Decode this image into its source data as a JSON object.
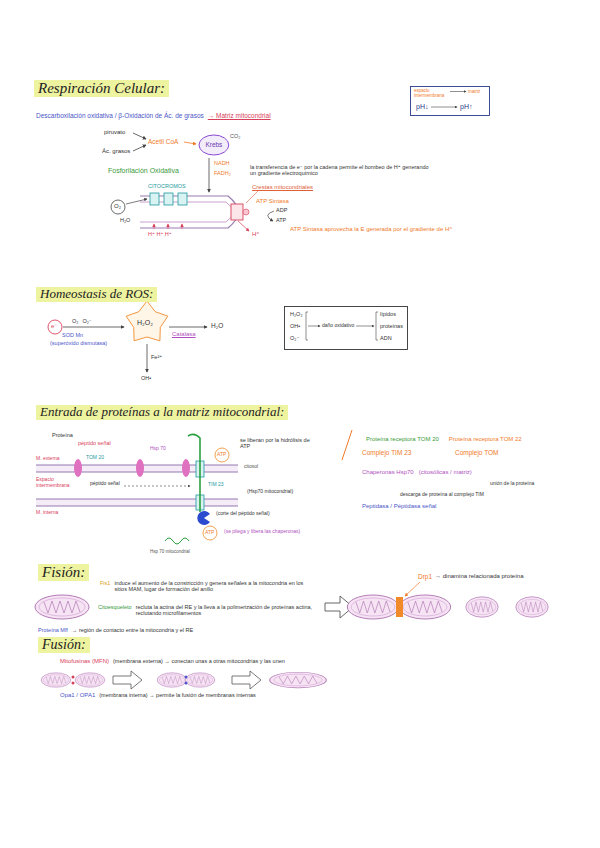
{
  "diagram": {
    "title": "Respiración Celular:",
    "nodes": [
      {
        "text": [
          "Krebs"
        ]
      },
      {
        "text": [
          "espacio intermembrana",
          "matriz",
          "pH↓",
          "pH↑"
        ]
      },
      {
        "text": [
          "H₂O₂",
          "OH•",
          "O₂⁻",
          "daño oxidativo",
          "lípidos",
          "proteínas",
          "ADN"
        ]
      }
    ],
    "labels": [
      "Descarboxilación oxidativa / β-Oxidación de Ác. de grasos",
      "→ Matriz mitocondrial",
      "piruvato",
      "Ác. grasos",
      "Acetil CoA",
      "CO₂",
      "NADH",
      "FADH₂",
      "Fosforilación Oxidativa",
      "la transferencia de e⁻ por la cadena permite el bombeo de H⁺ generando un gradiente electroquímico",
      "Crestas mitocondriales",
      "CITOCROMOS",
      "ATP Sintasa",
      "ADP",
      "ATP",
      "O₂",
      "H₂O",
      "H⁺ H⁺ H⁺",
      "H⁺",
      "ATP Sintasa aprovecha la E generada por el gradiente de H⁺",
      "Homeostasis de ROS:",
      "e⁻",
      "O₂",
      "O₂⁻",
      "H₂O₂",
      "H₂O",
      "SOD Mn",
      "(superóxido dismutasa)",
      "Catalasa",
      "Fe²⁺",
      "OH•",
      "Entrada de proteínas a la matriz mitocondrial:",
      "Proteína",
      "péptido señal",
      "M. externa",
      "Espacio intermembrana",
      "M. interna",
      "Hsp 70",
      "TOM 20",
      "se liberan por la hidrólisis de ATP",
      "ATP",
      "ATP",
      "citosol",
      "TIM 23",
      "péptido señal",
      "(Hsp70 mitocondrial)",
      "(corte del péptido señal)",
      "(se pliega y libera las chaperonas)",
      "Hsp 70 mitocondrial",
      "Proteína receptora TOM 20",
      "Proteína receptora TOM 22",
      "Complejo TIM 23",
      "Complejo TOM",
      "Chaperonas Hsp70",
      "(citosólicas / matriz)",
      "unión de la proteína",
      "descarga de proteína al complejo TIM",
      "Peptidasa / Péptidasa señal",
      "Fisión:",
      "Drp1",
      "→ dinamina relacionada proteína",
      "Fis1",
      "induce el aumento de la constricción y genera señales a la mitocondria en los sitios MAM, lugar de formación del anillo",
      "Citoesqueleto",
      "recluta la actina del RE y la lleva a la polimerización de proteínas actina, reclutando microfilamentos",
      "Proteína Mff",
      "→ región de contacto entre la mitocondria y el RE",
      "Fusión:",
      "Mitofusinas (MFN)",
      "(membrana externa) → conectan unas a otras mitocondrias y las unen",
      "Opa1 / OPA1",
      "(membrana interna) → permite la fusión de membranas internas"
    ]
  }
}
